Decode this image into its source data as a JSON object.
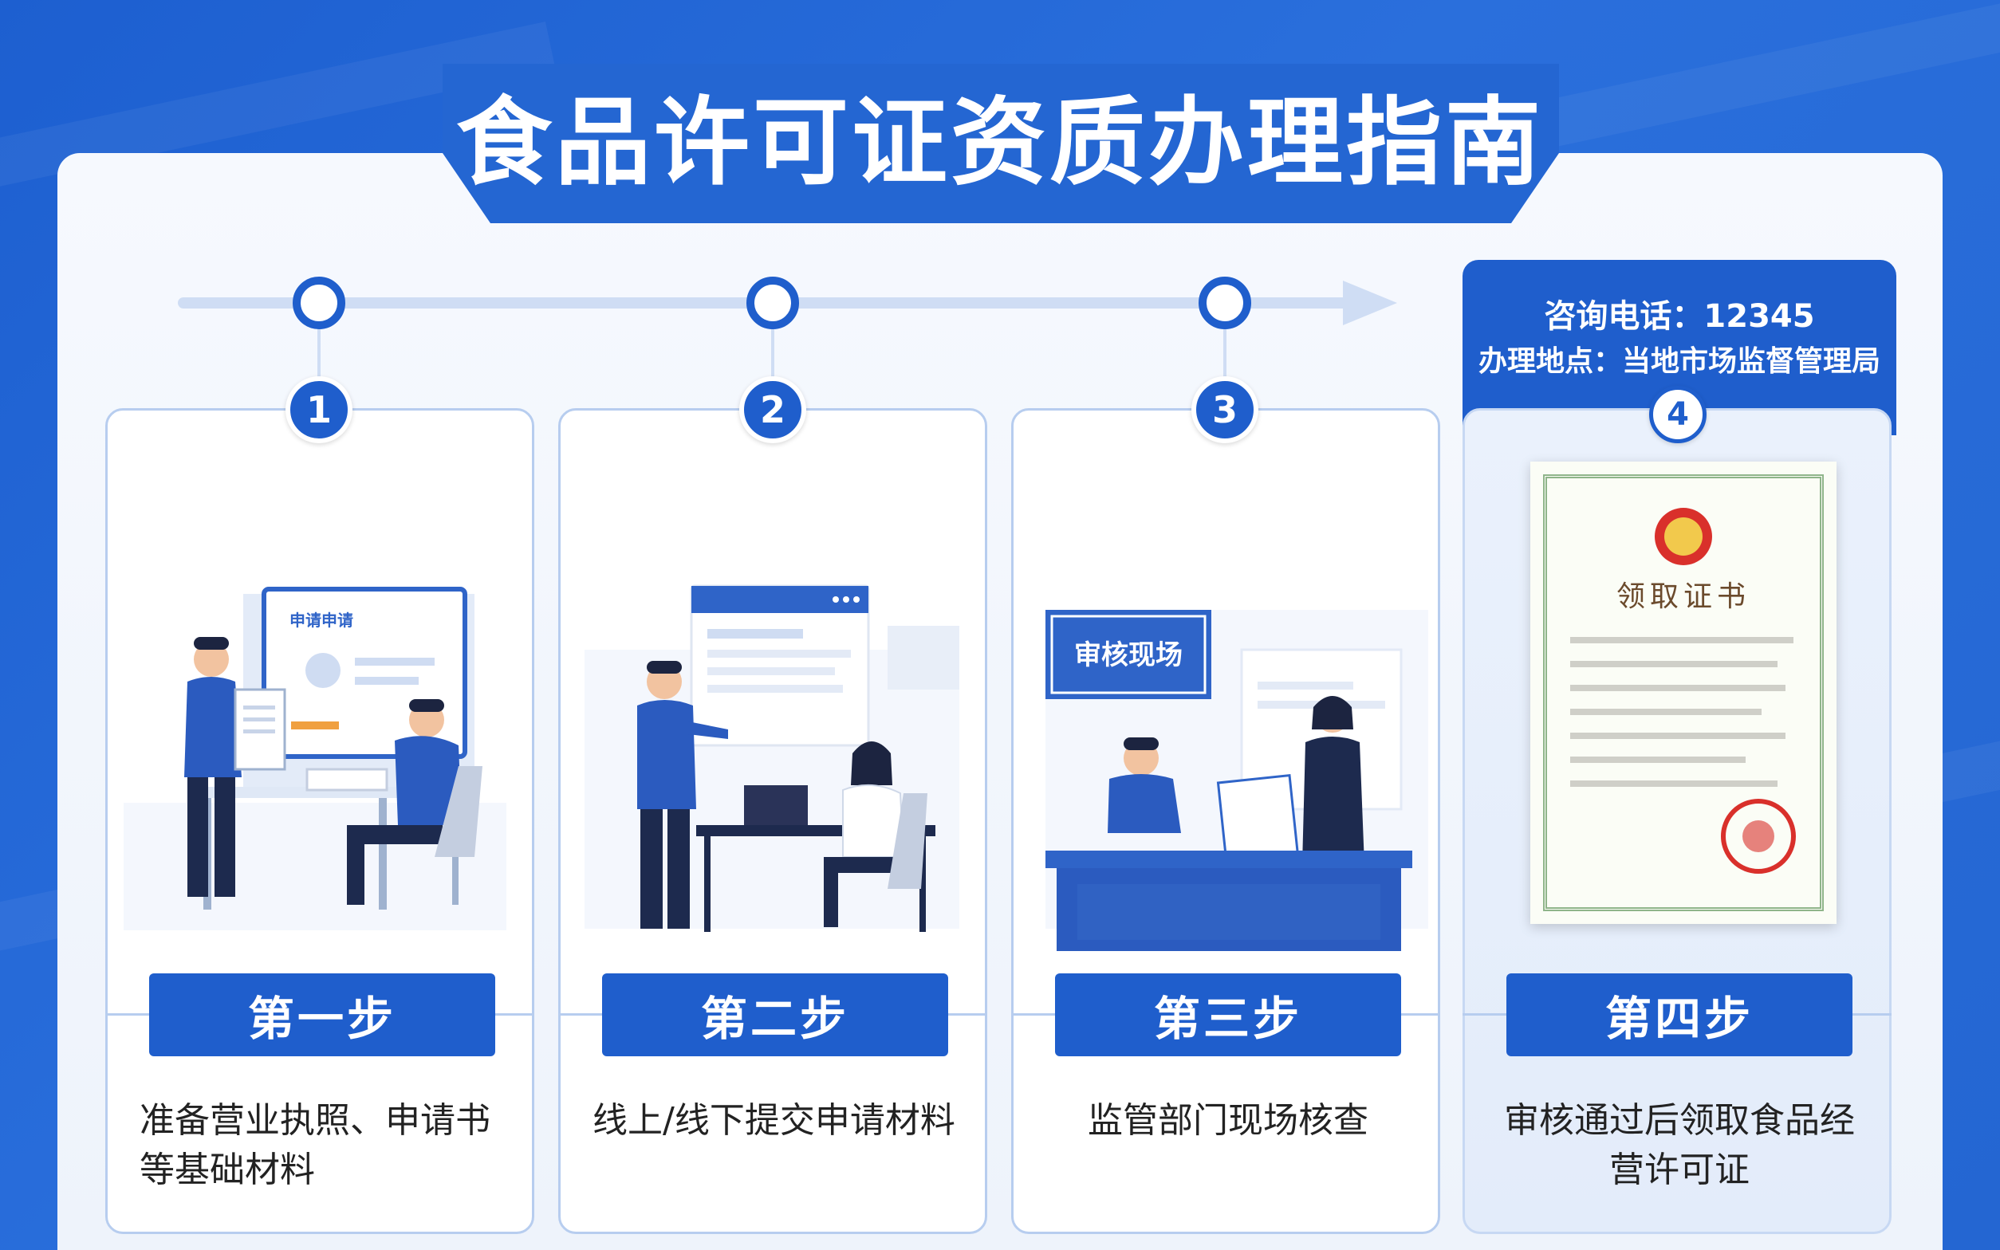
{
  "page": {
    "title": "食品许可证资质办理指南"
  },
  "contact": {
    "phone": "咨询电话：12345",
    "location": "办理地点：当地市场监督管理局"
  },
  "steps": [
    {
      "number": "1",
      "label": "第一步",
      "description": "准备营业执照、申请书等基础材料",
      "illustration_text": "申请申请"
    },
    {
      "number": "2",
      "label": "第二步",
      "description": "线上/线下提交申请材料"
    },
    {
      "number": "3",
      "label": "第三步",
      "description": "监管部门现场核查",
      "illustration_text": "审核现场"
    },
    {
      "number": "4",
      "label": "第四步",
      "description": "审核通过后领取食品经营许可证",
      "illustration_text": "领取证书"
    }
  ],
  "colors": {
    "primary": "#1f5ecc",
    "background": "#2466d2",
    "panel": "#f4f8fe",
    "card_border": "#b7cdef"
  }
}
